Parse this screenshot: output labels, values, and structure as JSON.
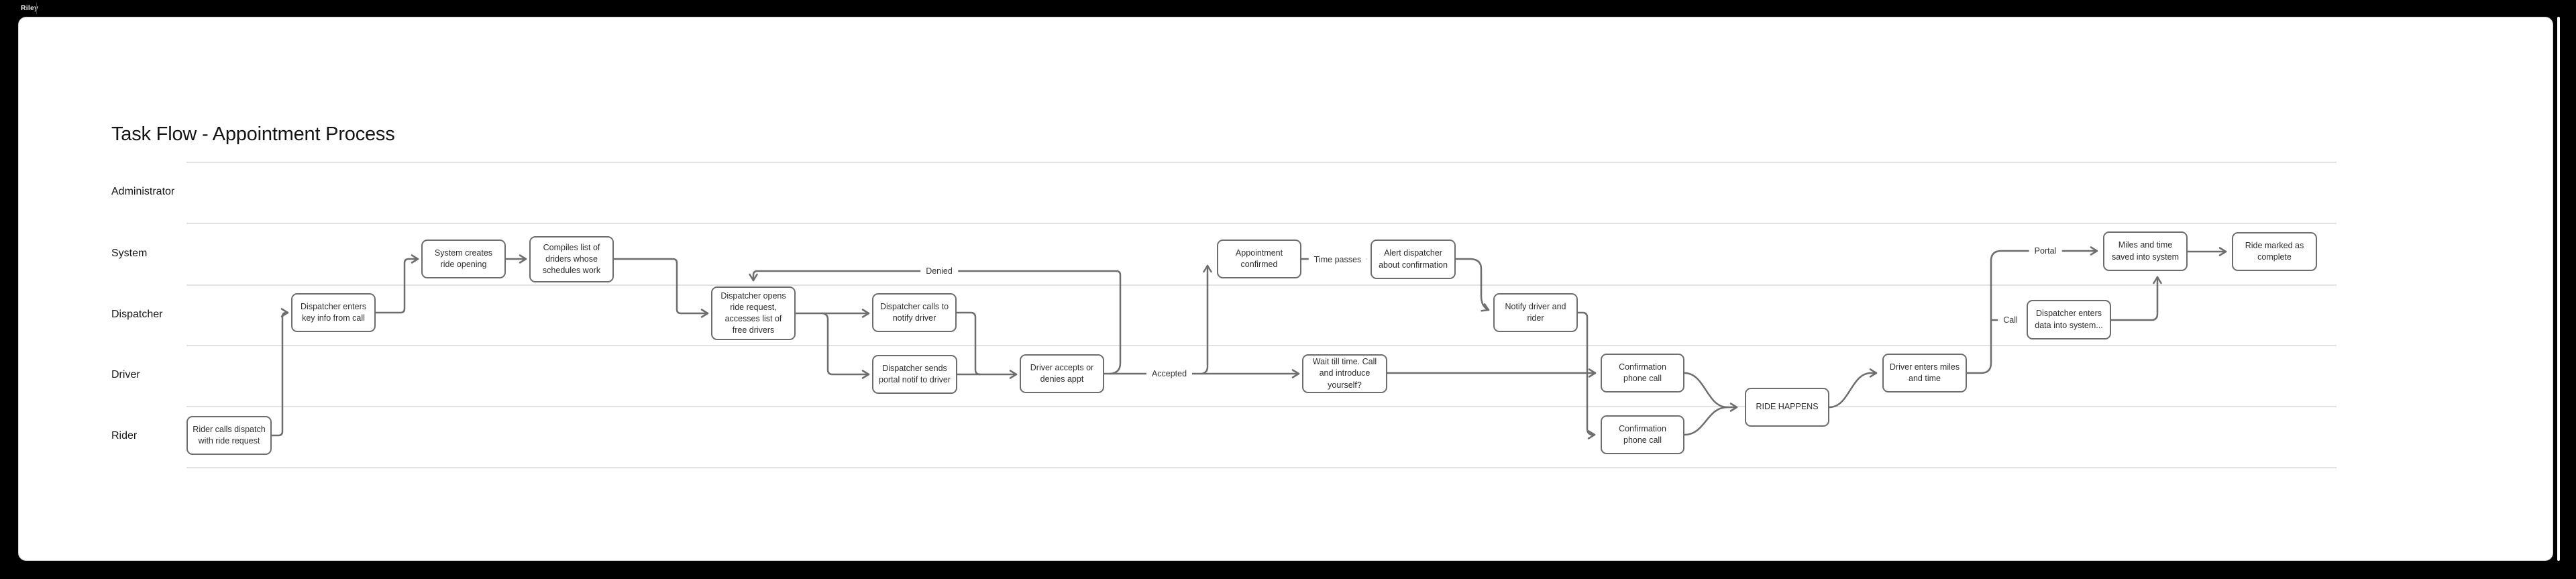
{
  "window": {
    "tab_label": "Riley"
  },
  "title": "Task Flow - Appointment Process",
  "colors": {
    "frame_background": "#000000",
    "canvas_background": "#ffffff",
    "lane_line": "#d9d9d9",
    "node_border": "#6d6d6d",
    "connector": "#6d6d6d",
    "node_text": "#2d2d2d",
    "title_text": "#141414"
  },
  "lanes": [
    {
      "label": "Administrator"
    },
    {
      "label": "System"
    },
    {
      "label": "Dispatcher"
    },
    {
      "label": "Driver"
    },
    {
      "label": "Rider"
    }
  ],
  "diagram": {
    "nodes": [
      {
        "id": "rider-calls-dispatch",
        "lane": "Rider",
        "label": "Rider calls dispatch with ride request"
      },
      {
        "id": "dispatcher-enters-key-info",
        "lane": "Dispatcher",
        "label": "Dispatcher enters key info from call"
      },
      {
        "id": "system-creates-ride-opening",
        "lane": "System",
        "label": "System creates ride opening"
      },
      {
        "id": "compiles-list",
        "lane": "System",
        "label": "Compiles list of driders whose schedules work"
      },
      {
        "id": "dispatcher-opens-ride-request",
        "lane": "Dispatcher",
        "label": "Dispatcher opens ride request, accesses list of free drivers"
      },
      {
        "id": "dispatcher-calls-to-notify",
        "lane": "Dispatcher",
        "label": "Dispatcher calls to notify driver"
      },
      {
        "id": "dispatcher-sends-portal-notif",
        "lane": "Driver",
        "label": "Dispatcher sends portal  notif to driver"
      },
      {
        "id": "driver-accepts-or-denies",
        "lane": "Driver",
        "label": "Driver accepts or denies appt"
      },
      {
        "id": "appointment-confirmed",
        "lane": "System",
        "label": "Appointment confirmed"
      },
      {
        "id": "wait-till-time",
        "lane": "Driver",
        "label": "Wait till time. Call and introduce yourself?"
      },
      {
        "id": "alert-dispatcher",
        "lane": "System",
        "label": "Alert dispatcher about confirmation"
      },
      {
        "id": "notify-driver-and-rider",
        "lane": "Dispatcher",
        "label": "Notify driver and rider"
      },
      {
        "id": "confirmation-call-driver",
        "lane": "Driver",
        "label": "Confirmation phone call"
      },
      {
        "id": "confirmation-call-rider",
        "lane": "Rider",
        "label": "Confirmation phone call"
      },
      {
        "id": "ride-happens",
        "lane": "Driver/Rider",
        "label": "RIDE HAPPENS"
      },
      {
        "id": "driver-enters-miles",
        "lane": "Driver",
        "label": "Driver enters miles and time"
      },
      {
        "id": "dispatcher-enters-data",
        "lane": "Dispatcher",
        "label": "Dispatcher enters data into system..."
      },
      {
        "id": "miles-and-time-saved",
        "lane": "System",
        "label": "Miles and time saved into system"
      },
      {
        "id": "ride-marked-complete",
        "lane": "System",
        "label": "Ride marked as complete"
      }
    ],
    "edge_labels": [
      {
        "label": "Denied"
      },
      {
        "label": "Accepted"
      },
      {
        "label": "Time passes"
      },
      {
        "label": "Portal"
      },
      {
        "label": "Call"
      }
    ],
    "edges": [
      {
        "from": "rider-calls-dispatch",
        "to": "dispatcher-enters-key-info"
      },
      {
        "from": "dispatcher-enters-key-info",
        "to": "system-creates-ride-opening"
      },
      {
        "from": "system-creates-ride-opening",
        "to": "compiles-list"
      },
      {
        "from": "compiles-list",
        "to": "dispatcher-opens-ride-request"
      },
      {
        "from": "dispatcher-opens-ride-request",
        "to": "dispatcher-calls-to-notify"
      },
      {
        "from": "dispatcher-opens-ride-request",
        "to": "dispatcher-sends-portal-notif"
      },
      {
        "from": "dispatcher-calls-to-notify",
        "to": "driver-accepts-or-denies"
      },
      {
        "from": "dispatcher-sends-portal-notif",
        "to": "driver-accepts-or-denies"
      },
      {
        "from": "driver-accepts-or-denies",
        "to": "dispatcher-opens-ride-request",
        "label": "Denied"
      },
      {
        "from": "driver-accepts-or-denies",
        "to": "appointment-confirmed",
        "label": "Accepted"
      },
      {
        "from": "driver-accepts-or-denies",
        "to": "wait-till-time",
        "label": "Accepted"
      },
      {
        "from": "appointment-confirmed",
        "to": "alert-dispatcher",
        "label": "Time passes"
      },
      {
        "from": "alert-dispatcher",
        "to": "notify-driver-and-rider"
      },
      {
        "from": "notify-driver-and-rider",
        "to": "confirmation-call-rider"
      },
      {
        "from": "wait-till-time",
        "to": "confirmation-call-driver"
      },
      {
        "from": "confirmation-call-driver",
        "to": "ride-happens"
      },
      {
        "from": "confirmation-call-rider",
        "to": "ride-happens"
      },
      {
        "from": "ride-happens",
        "to": "driver-enters-miles"
      },
      {
        "from": "driver-enters-miles",
        "to": "miles-and-time-saved",
        "label": "Portal"
      },
      {
        "from": "driver-enters-miles",
        "to": "dispatcher-enters-data",
        "label": "Call"
      },
      {
        "from": "dispatcher-enters-data",
        "to": "miles-and-time-saved"
      },
      {
        "from": "miles-and-time-saved",
        "to": "ride-marked-complete"
      }
    ]
  }
}
